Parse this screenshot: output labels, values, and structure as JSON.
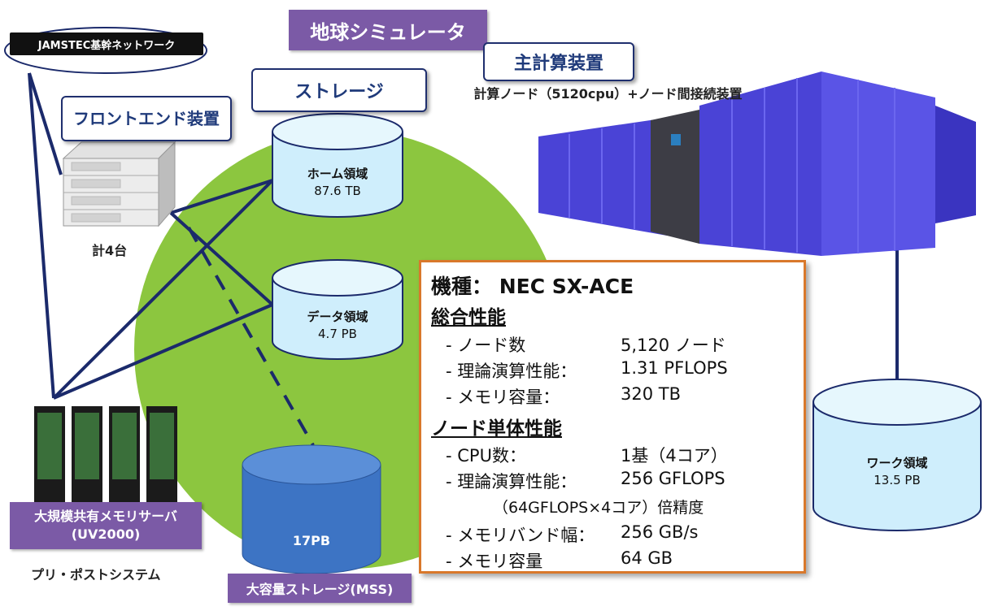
{
  "title": "地球シミュレータ",
  "network_label": "JAMSTEC基幹ネットワーク",
  "frontend": {
    "label": "フロントエンド装置",
    "count": "計4台"
  },
  "storage_label": "ストレージ",
  "main_unit": {
    "label": "主計算装置",
    "caption": "計算ノード（5120cpu）+ノード間接続装置"
  },
  "storage_home": {
    "name": "ホーム領域",
    "size": "87.6 TB"
  },
  "storage_data": {
    "name": "データ領域",
    "size": "4.7 PB"
  },
  "storage_work": {
    "name": "ワーク領域",
    "size": "13.5 PB"
  },
  "mss": {
    "size": "17PB",
    "label": "大容量ストレージ(MSS)"
  },
  "prepost": {
    "server_label_line1": "大規模共有メモリサーバ",
    "server_label_line2": "(UV2000)",
    "system_label": "プリ・ポストシステム"
  },
  "spec": {
    "model": "機種： NEC SX-ACE",
    "total_heading": "総合性能",
    "total": [
      {
        "key": "- ノード数",
        "value": "5,120 ノード"
      },
      {
        "key": "- 理論演算性能：",
        "value": "1.31 PFLOPS"
      },
      {
        "key": "- メモリ容量：",
        "value": "320 TB"
      }
    ],
    "node_heading": "ノード単体性能",
    "node": [
      {
        "key": "- CPU数：",
        "value": "1基（4コア）"
      },
      {
        "key": "- 理論演算性能：",
        "value": "256 GFLOPS"
      }
    ],
    "node_note": "（64GFLOPS×4コア）倍精度",
    "node2": [
      {
        "key": "- メモリバンド幅：",
        "value": "256 GB/s"
      },
      {
        "key": "- メモリ容量",
        "value": "64 GB"
      }
    ]
  },
  "colors": {
    "green_area": "#8cc63f",
    "line": "#1b2a6b",
    "purple": "#7b5aa6",
    "cylinder": "#cfeefc",
    "mss": "#3d74c4",
    "rack_blue": "#4a43d6",
    "spec_border": "#d9782b"
  }
}
